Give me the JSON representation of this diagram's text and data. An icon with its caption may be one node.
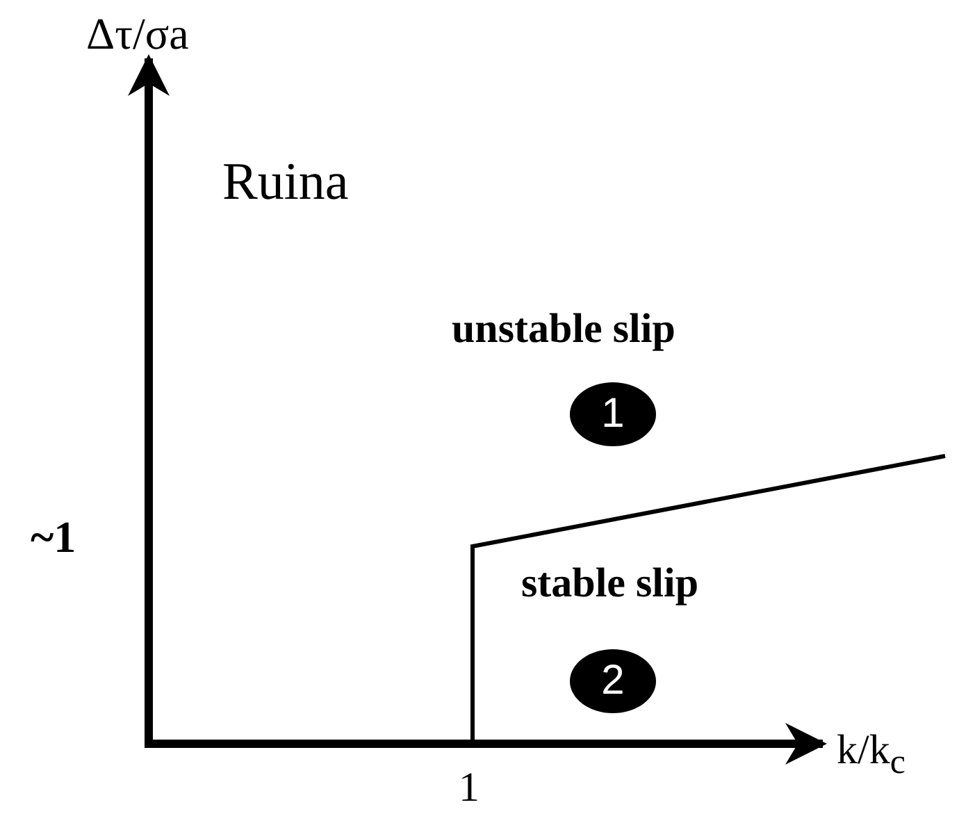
{
  "diagram": {
    "nodes": [
      {
        "text": [
          "1"
        ]
      },
      {
        "text": [
          "2"
        ]
      }
    ],
    "labels": [
      "Δτ/σa",
      "Ruina",
      "unstable slip",
      "~1",
      "stable slip",
      "1",
      "k/k$_{c}$"
    ]
  }
}
